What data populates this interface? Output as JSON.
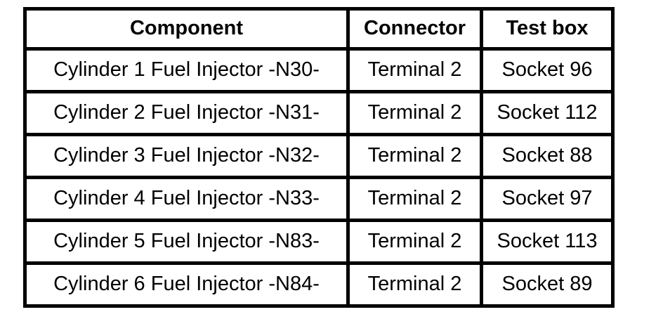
{
  "table": {
    "headers": {
      "component": "Component",
      "connector": "Connector",
      "testbox": "Test box"
    },
    "rows": [
      {
        "component": "Cylinder 1 Fuel Injector -N30-",
        "connector": "Terminal 2",
        "testbox": "Socket 96"
      },
      {
        "component": "Cylinder 2 Fuel Injector -N31-",
        "connector": "Terminal 2",
        "testbox": "Socket 112"
      },
      {
        "component": "Cylinder 3 Fuel Injector -N32-",
        "connector": "Terminal 2",
        "testbox": "Socket 88"
      },
      {
        "component": "Cylinder 4 Fuel Injector -N33-",
        "connector": "Terminal 2",
        "testbox": "Socket 97"
      },
      {
        "component": "Cylinder 5 Fuel Injector -N83-",
        "connector": "Terminal 2",
        "testbox": "Socket 113"
      },
      {
        "component": "Cylinder 6 Fuel Injector -N84-",
        "connector": "Terminal 2",
        "testbox": "Socket 89"
      }
    ],
    "colors": {
      "border": "#000000",
      "text": "#000000",
      "background": "#ffffff"
    }
  }
}
